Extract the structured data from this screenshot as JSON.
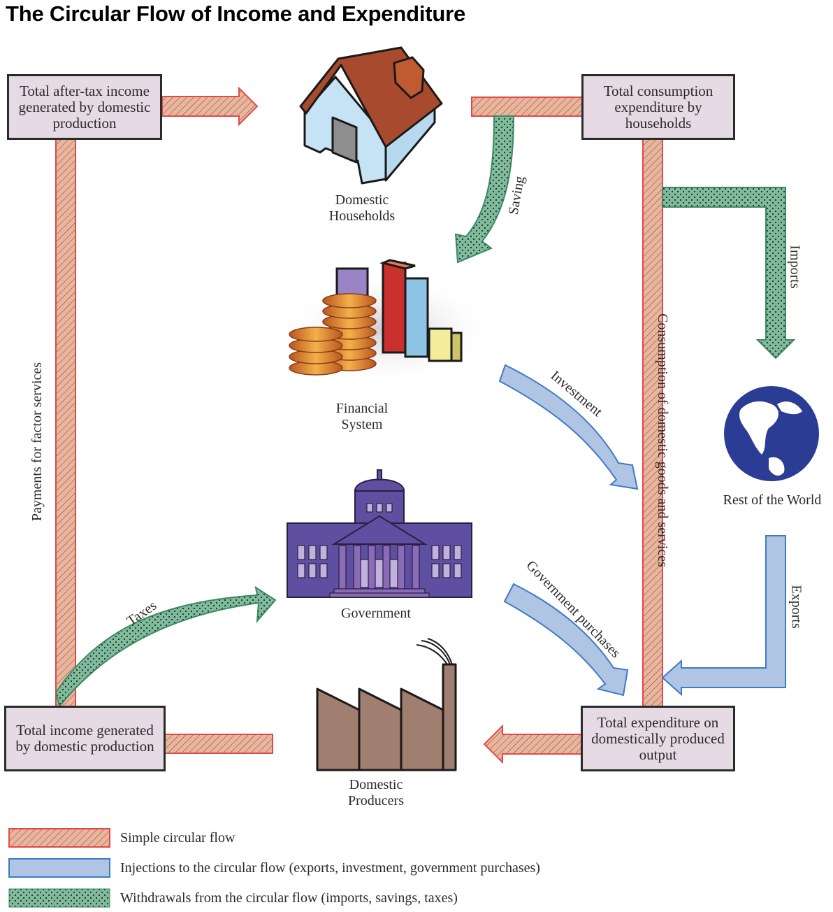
{
  "title": "The Circular Flow of Income and Expenditure",
  "colors": {
    "simple_flow_fill": "#eab59c",
    "simple_flow_stroke": "#e04a4a",
    "injection_fill": "#b0c4e4",
    "injection_stroke": "#3f7bc4",
    "withdrawal_fill": "#7fbb9c",
    "withdrawal_stroke": "#3d8a62",
    "box_fill": "#e6dbe4",
    "box_border": "#2b2b2b"
  },
  "boxes": {
    "after_tax_income": "Total after-tax income generated by domestic production",
    "consumption_expenditure": "Total consumption expenditure by households",
    "total_income": "Total income generated by domestic production",
    "total_expenditure": "Total expenditure on domestically produced output"
  },
  "entities": {
    "households": "Domestic Households",
    "financial_system": "Financial System",
    "government": "Government",
    "producers": "Domestic Producers",
    "rest_of_world": "Rest of the World"
  },
  "flows": {
    "saving": "Saving",
    "imports": "Imports",
    "investment": "Investment",
    "government_purchases": "Government purchases",
    "exports": "Exports",
    "taxes": "Taxes",
    "payments_factor": "Payments for factor services",
    "consumption_domestic": "Consumption of domestic goods and services"
  },
  "legend": [
    {
      "key": "simple",
      "label": "Simple circular flow"
    },
    {
      "key": "injection",
      "label": "Injections to the circular flow (exports, investment, government purchases)"
    },
    {
      "key": "withdrawal",
      "label": "Withdrawals from the circular flow (imports, savings, taxes)"
    }
  ]
}
